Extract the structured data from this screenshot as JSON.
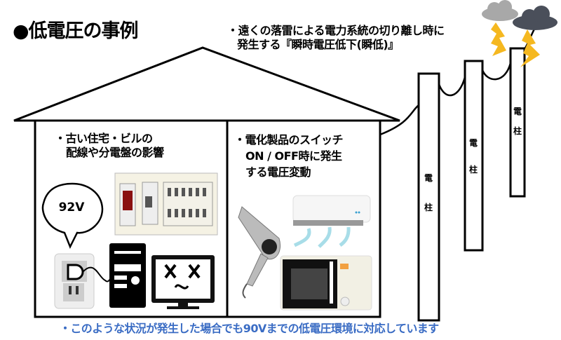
{
  "title": "●低電圧の事例",
  "lightning_note": {
    "line1": "・遠くの落雷による電力系統の切り離し時に",
    "line2": "発生する『瞬時電圧低下(瞬低)』"
  },
  "left_room": {
    "line1": "・古い住宅・ビルの",
    "line2": "配線や分電盤の影響",
    "bubble": "92V"
  },
  "right_room": {
    "line1": "・電化製品のスイッチ",
    "line2": "ON / OFF時に発生",
    "line3": "する電圧変動"
  },
  "poles": [
    {
      "label1": "電",
      "label2": "柱"
    },
    {
      "label1": "電",
      "label2": "柱"
    },
    {
      "label1": "電",
      "label2": "柱"
    }
  ],
  "footer": "・このような状況が発生した場合でも90Vまでの低電圧環境に対応しています",
  "colors": {
    "footer": "#3a6cc4",
    "lightning": "#f5b820",
    "cloud_light": "#a8a8a8",
    "cloud_dark": "#4a4f5a"
  }
}
